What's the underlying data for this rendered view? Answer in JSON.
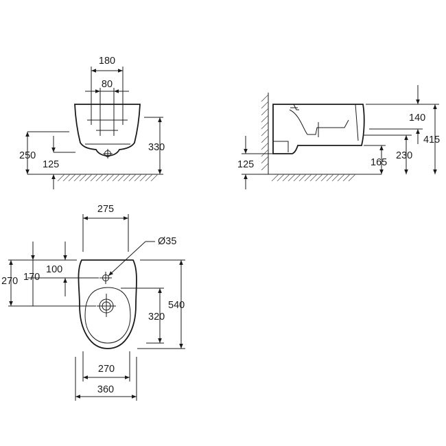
{
  "views": {
    "front": {
      "dims": {
        "width_outer": "180",
        "width_inner": "80",
        "height_left": "250",
        "height_low": "125",
        "height_right": "330"
      }
    },
    "side": {
      "dims": {
        "d140": "140",
        "d415": "415",
        "d230": "230",
        "d165": "165",
        "d125": "125"
      }
    },
    "top": {
      "dims": {
        "w275": "275",
        "dia35": "Ø35",
        "h100": "100",
        "h170": "170",
        "h270": "270",
        "h320": "320",
        "h540": "540",
        "w270": "270",
        "w360": "360"
      }
    }
  },
  "colors": {
    "line": "#1a1a1a",
    "hatch": "#555555",
    "background": "#ffffff"
  }
}
